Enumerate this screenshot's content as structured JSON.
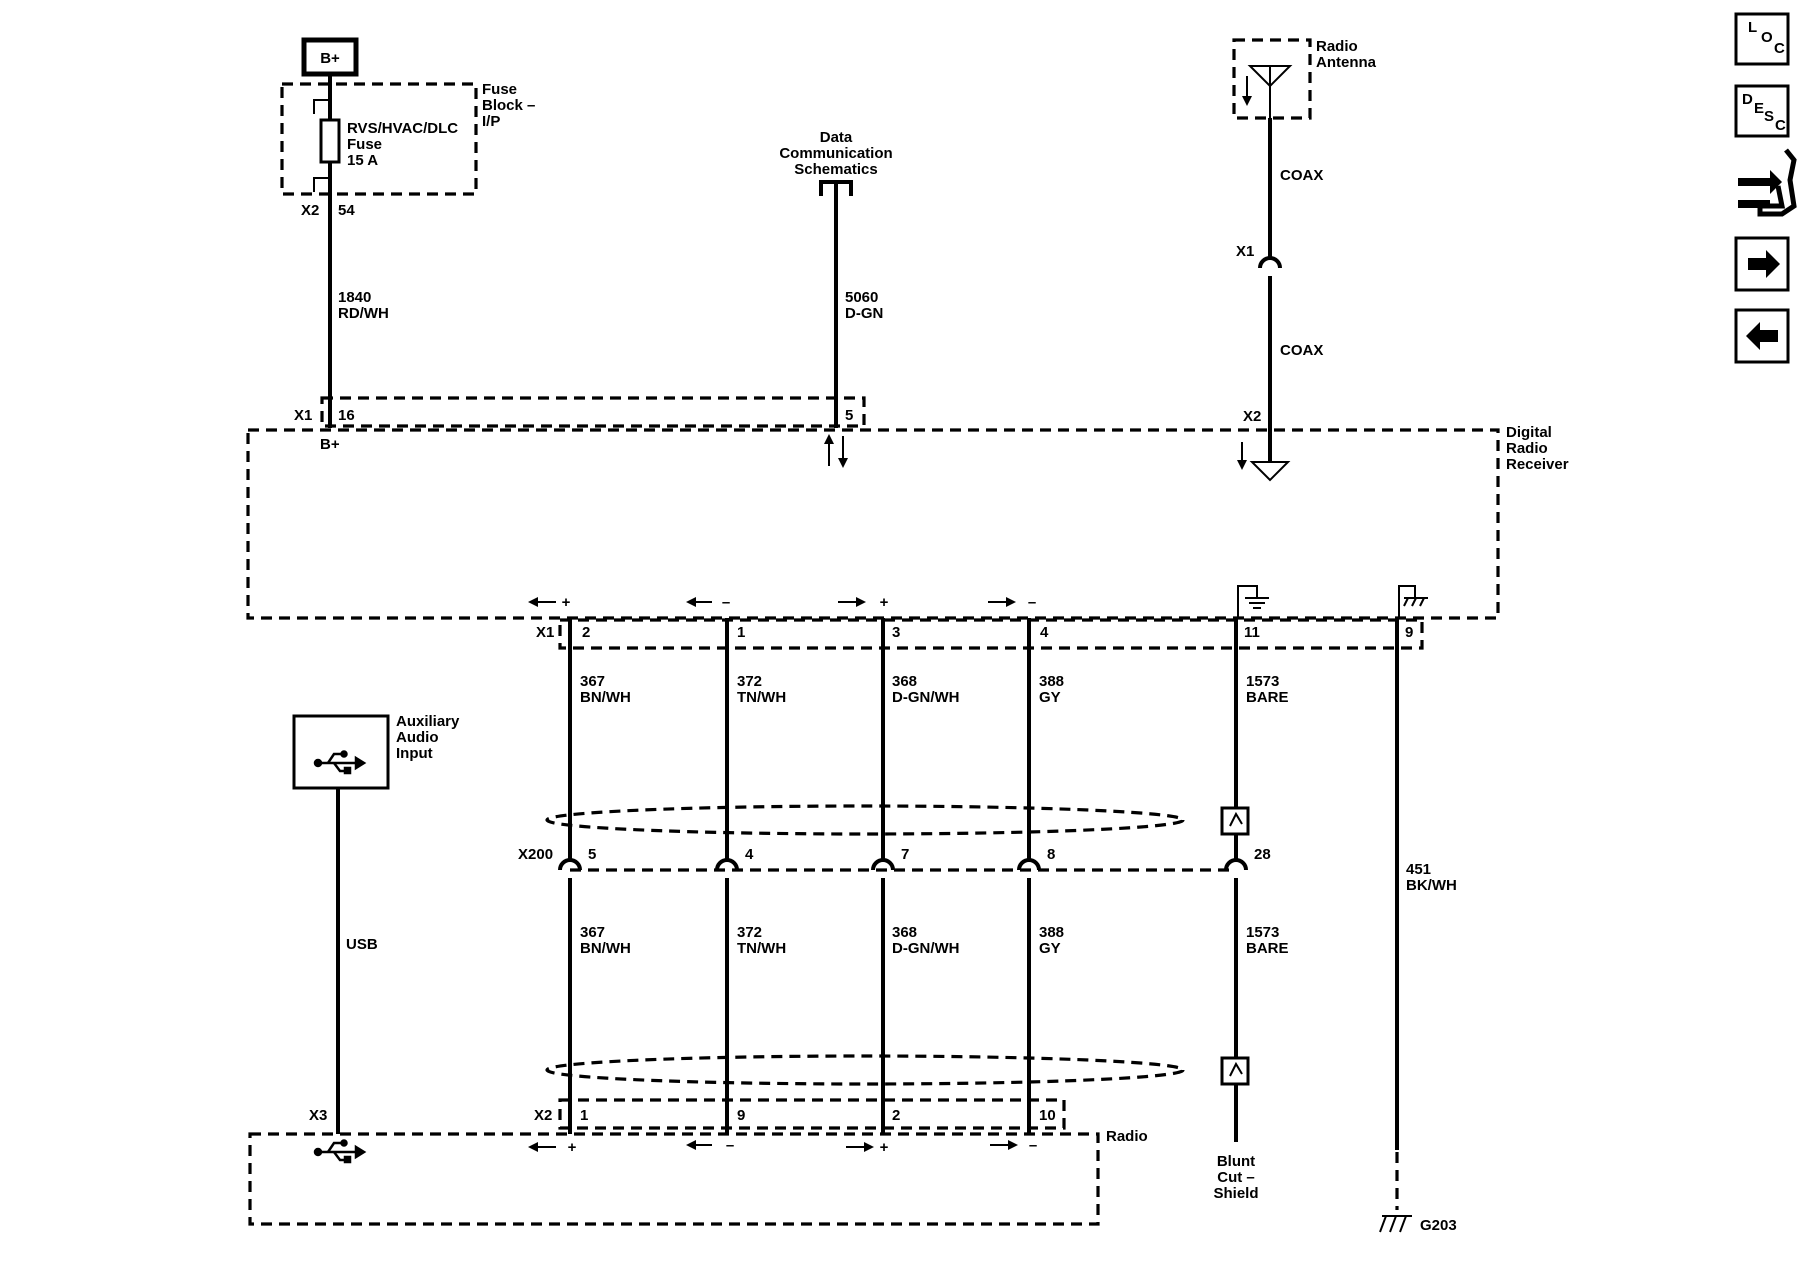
{
  "power": {
    "source": "B+"
  },
  "fuse_block": {
    "name": "Fuse Block – I/P",
    "name_lines": [
      "Fuse",
      "Block –",
      "I/P"
    ],
    "fuse_name": "RVS/HVAC/DLC",
    "fuse_lines": [
      "Fuse",
      "15 A"
    ],
    "connector": "X2",
    "pin": "54"
  },
  "wires_top": [
    {
      "circuit": "1840",
      "color": "RD/WH"
    },
    {
      "circuit": "5060",
      "color": "D-GN"
    }
  ],
  "data_comm": {
    "lines": [
      "Data",
      "Communication",
      "Schematics"
    ]
  },
  "antenna": {
    "lines": [
      "Radio",
      "Antenna"
    ],
    "coax_label": "COAX",
    "inline_connector": "X1",
    "receiver_connector": "X2"
  },
  "receiver": {
    "lines": [
      "Digital",
      "Radio",
      "Receiver"
    ],
    "x1_connector": "X1",
    "x1_pins": [
      "16",
      "5"
    ],
    "bplus_label": "B+",
    "bottom_connector": "X1",
    "bottom_pins": [
      "2",
      "1",
      "3",
      "4",
      "11",
      "9"
    ]
  },
  "audio_wires": [
    {
      "circuit": "367",
      "color": "BN/WH",
      "x200_pin": "5",
      "radio_pin": "1"
    },
    {
      "circuit": "372",
      "color": "TN/WH",
      "x200_pin": "4",
      "radio_pin": "9"
    },
    {
      "circuit": "368",
      "color": "D-GN/WH",
      "x200_pin": "7",
      "radio_pin": "2"
    },
    {
      "circuit": "388",
      "color": "GY",
      "x200_pin": "8",
      "radio_pin": "10"
    }
  ],
  "drain_wire": {
    "circuit": "1573",
    "color": "BARE",
    "x200_pin": "28"
  },
  "ground_wire": {
    "circuit": "451",
    "color": "BK/WH",
    "ground": "G203"
  },
  "x200": {
    "name": "X200"
  },
  "aux": {
    "lines": [
      "Auxiliary",
      "Audio",
      "Input"
    ],
    "wire_label": "USB"
  },
  "radio": {
    "name": "Radio",
    "x3": "X3",
    "x2": "X2"
  },
  "shield_end": {
    "lines": [
      "Blunt",
      "Cut –",
      "Shield"
    ]
  },
  "nav_icons": {
    "loc": [
      "L",
      "O",
      "C"
    ],
    "desc": [
      "D",
      "E",
      "S",
      "C"
    ]
  }
}
